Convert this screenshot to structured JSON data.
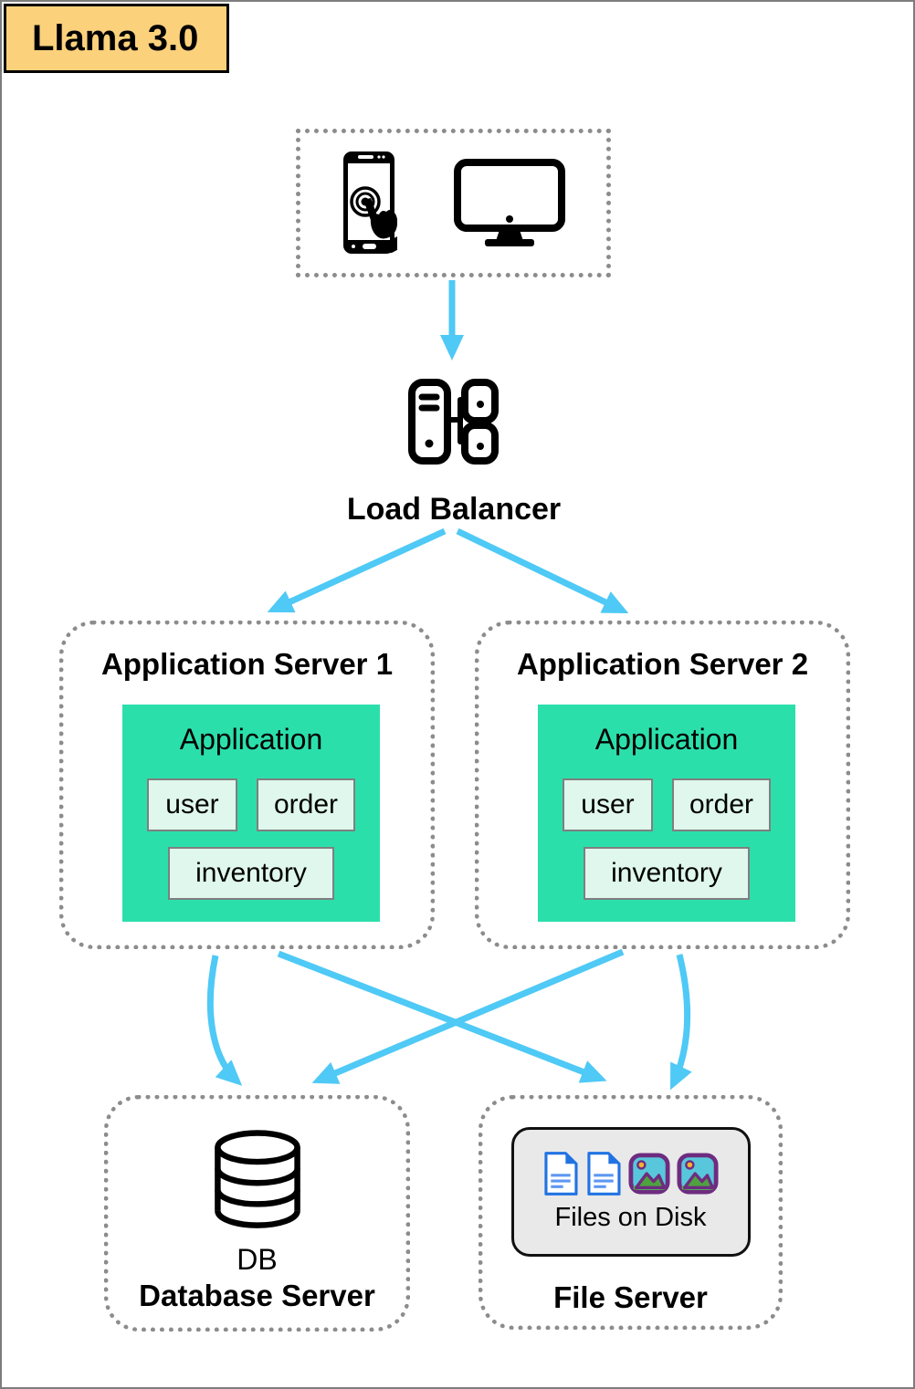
{
  "title": "Llama 3.0",
  "colors": {
    "title_bg": "#FBD17C",
    "arrow": "#4FC9F5",
    "app_fill": "#2BDFAB",
    "module_fill": "#DFF7ED",
    "dotted_border": "#8C8C8C",
    "files_panel_bg": "#E9E9E9"
  },
  "clients": {
    "icons": [
      "smartphone-touch-icon",
      "desktop-monitor-icon"
    ]
  },
  "load_balancer": {
    "label": "Load Balancer",
    "icon": "load-balancer-icon"
  },
  "app_servers": [
    {
      "title": "Application Server 1",
      "app": {
        "title": "Application",
        "modules": [
          "user",
          "order",
          "inventory"
        ]
      }
    },
    {
      "title": "Application Server 2",
      "app": {
        "title": "Application",
        "modules": [
          "user",
          "order",
          "inventory"
        ]
      }
    }
  ],
  "database_server": {
    "icon": "database-cylinder-icon",
    "icon_label": "DB",
    "label": "Database Server"
  },
  "file_server": {
    "icons": [
      "document-file-icon",
      "document-file-icon",
      "image-file-icon",
      "image-file-icon"
    ],
    "panel_label": "Files on Disk",
    "label": "File Server"
  },
  "edges": [
    {
      "from": "clients",
      "to": "load-balancer"
    },
    {
      "from": "load-balancer",
      "to": "application-server-1"
    },
    {
      "from": "load-balancer",
      "to": "application-server-2"
    },
    {
      "from": "application-server-1",
      "to": "database-server"
    },
    {
      "from": "application-server-1",
      "to": "file-server"
    },
    {
      "from": "application-server-2",
      "to": "database-server"
    },
    {
      "from": "application-server-2",
      "to": "file-server"
    }
  ]
}
